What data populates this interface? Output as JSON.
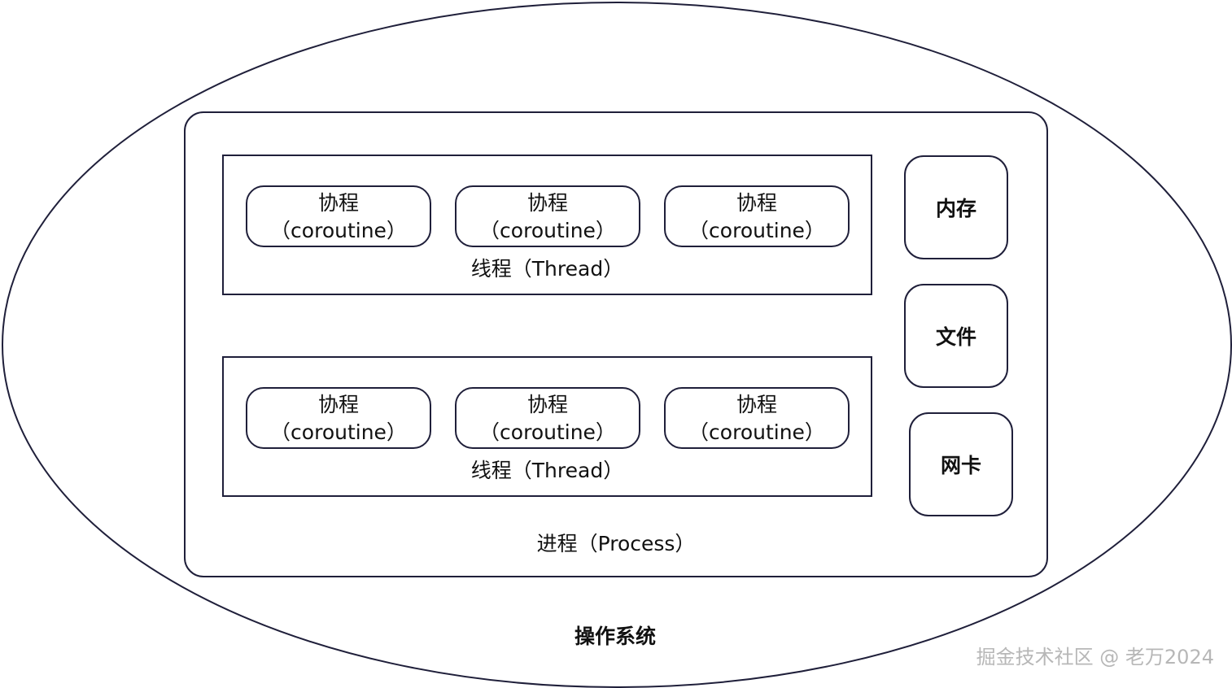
{
  "os": {
    "label": "操作系统"
  },
  "process": {
    "label": "进程（Process）",
    "threads": [
      {
        "label": "线程（Thread）",
        "coroutines": [
          {
            "name": "协程",
            "subtitle": "（coroutine）"
          },
          {
            "name": "协程",
            "subtitle": "（coroutine）"
          },
          {
            "name": "协程",
            "subtitle": "（coroutine）"
          }
        ]
      },
      {
        "label": "线程（Thread）",
        "coroutines": [
          {
            "name": "协程",
            "subtitle": "（coroutine）"
          },
          {
            "name": "协程",
            "subtitle": "（coroutine）"
          },
          {
            "name": "协程",
            "subtitle": "（coroutine）"
          }
        ]
      }
    ]
  },
  "resources": [
    {
      "label": "内存"
    },
    {
      "label": "文件"
    },
    {
      "label": "网卡"
    }
  ],
  "watermark": "掘金技术社区 @ 老万2024",
  "colors": {
    "stroke": "#1f1f3a",
    "text": "#111111",
    "watermark": "#b7b7b7",
    "background": "#ffffff"
  }
}
